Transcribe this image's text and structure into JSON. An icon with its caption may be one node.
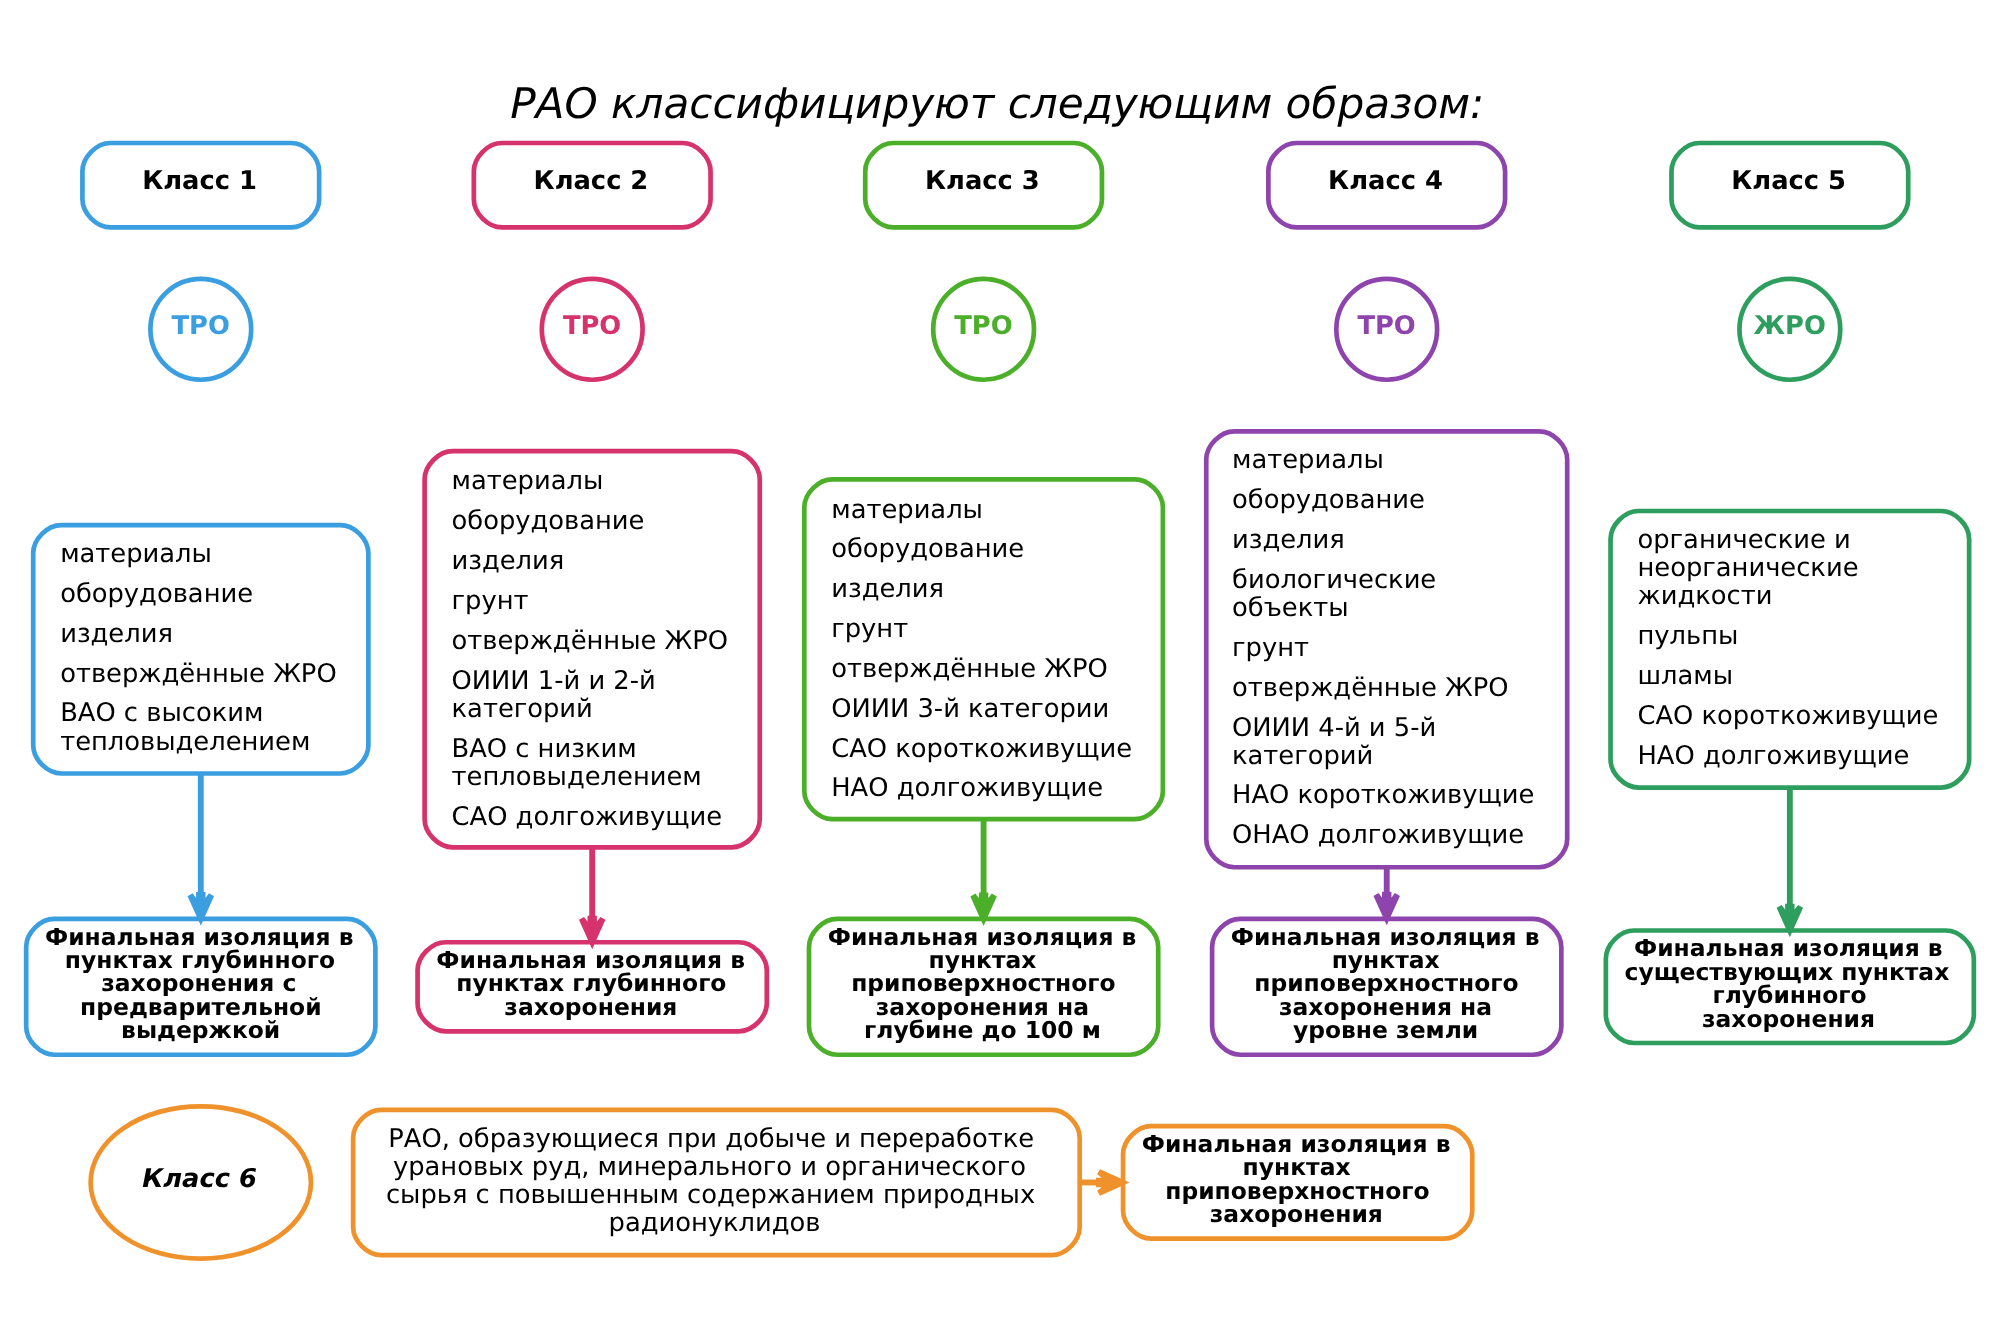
{
  "diagram": {
    "title": "РАО классифицируют следующим образом:",
    "nodes": [
      {
        "text": [
          "Класс 1"
        ]
      },
      {
        "text": [
          "ТРО"
        ]
      },
      {
        "text": [
          "материалы",
          "оборудование",
          "изделия",
          "отверждённые ЖРО",
          "ВАО с высоким тепловыделением"
        ]
      },
      {
        "text": [
          "Финальная изоляция в пунктах глубинного захоронения с предварительной выдержкой"
        ]
      },
      {
        "text": [
          "Класс 2"
        ]
      },
      {
        "text": [
          "ТРО"
        ]
      },
      {
        "text": [
          "материалы",
          "оборудование",
          "изделия",
          "грунт",
          "отверждённые ЖРО",
          "ОИИИ 1-й и 2-й категорий",
          "ВАО с низким тепловыделением",
          "САО долгоживущие"
        ]
      },
      {
        "text": [
          "Финальная изоляция в пунктах глубинного захоронения"
        ]
      },
      {
        "text": [
          "Класс 3"
        ]
      },
      {
        "text": [
          "ТРО"
        ]
      },
      {
        "text": [
          "материалы",
          "оборудование",
          "изделия",
          "грунт",
          "отверждённые ЖРО",
          "ОИИИ 3-й категории",
          "САО короткоживущие",
          "НАО долгоживущие"
        ]
      },
      {
        "text": [
          "Финальная изоляция в пунктах приповерхностного захоронения на глубине до 100 м"
        ]
      },
      {
        "text": [
          "Класс 4"
        ]
      },
      {
        "text": [
          "ТРО"
        ]
      },
      {
        "text": [
          "материалы",
          "оборудование",
          "изделия",
          "биологические объекты",
          "грунт",
          "отверждённые ЖРО",
          "ОИИИ 4-й и 5-й категорий",
          "НАО короткоживущие",
          "ОНАО долгоживущие"
        ]
      },
      {
        "text": [
          "Финальная изоляция в пунктах приповерхностного захоронения на уровне земли"
        ]
      },
      {
        "text": [
          "Класс 5"
        ]
      },
      {
        "text": [
          "ЖРО"
        ]
      },
      {
        "text": [
          "органические и неорганические жидкости",
          "пульпы",
          "шламы",
          "САО короткоживущие",
          "НАО долгоживущие"
        ]
      },
      {
        "text": [
          "Финальная изоляция в существующих пунктах глубинного захоронения"
        ]
      },
      {
        "text": [
          "Класс 6"
        ]
      },
      {
        "text": [
          "РАО, образующиеся при добыче и переработке урановых руд, минерального и органического сырья с повышенным содержанием природных радионуклидов"
        ]
      },
      {
        "text": [
          "Финальная изоляция в пунктах приповерхностного захоронения"
        ]
      }
    ],
    "edges": [
      {
        "from": 2,
        "to": 3,
        "arrow": "to",
        "color": "#3a9ee0"
      },
      {
        "from": 6,
        "to": 7,
        "arrow": "to",
        "color": "#d6336c"
      },
      {
        "from": 10,
        "to": 11,
        "arrow": "to",
        "color": "#4caf2a"
      },
      {
        "from": 14,
        "to": 15,
        "arrow": "to",
        "color": "#8e44ad"
      },
      {
        "from": 18,
        "to": 19,
        "arrow": "to",
        "color": "#2e9e5e"
      },
      {
        "from": 21,
        "to": 22,
        "arrow": "to",
        "color": "#f0922b"
      }
    ]
  }
}
